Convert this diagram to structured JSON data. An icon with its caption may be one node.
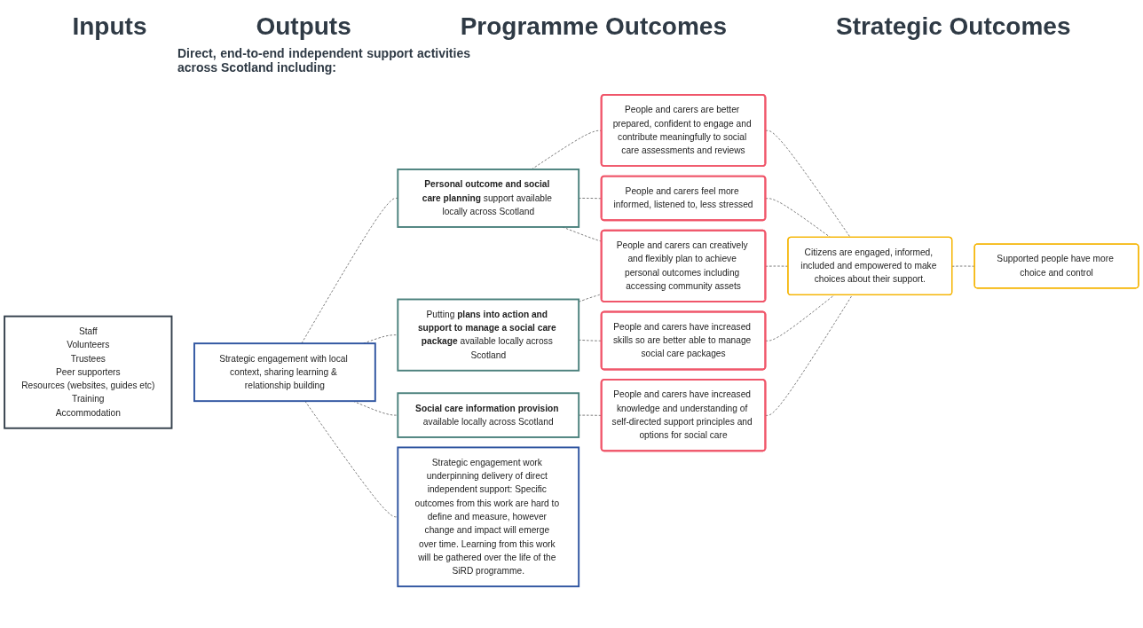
{
  "diagram": {
    "nodes": [
      {
        "text": [
          "Staff",
          "Volunteers",
          "Trustees",
          "Peer supporters",
          "Resources (websites, guides etc)",
          "Training",
          "Accommodation"
        ]
      },
      {
        "text": [
          "Strategic engagement with local context, sharing learning & relationship building"
        ]
      },
      {
        "text": [
          "**Personal outcome and social care planning** support available locally across Scotland"
        ]
      },
      {
        "text": [
          "Putting **plans into action and support to manage a social care package** available locally across Scotland"
        ]
      },
      {
        "text": [
          "**Social care information provision** available locally across Scotland"
        ]
      },
      {
        "text": [
          "People and carers are better prepared, confident to engage and contribute meaningfully to social care assessments and reviews"
        ]
      },
      {
        "text": [
          "People and carers feel more informed, listened to, less stressed"
        ]
      },
      {
        "text": [
          "People and carers can creatively and flexibly plan to achieve personal outcomes including accessing community assets"
        ]
      },
      {
        "text": [
          "People and carers have increased skills so are better able to manage social care packages"
        ]
      },
      {
        "text": [
          "People and carers have increased knowledge and understanding of self-directed support principles and options for social care"
        ]
      },
      {
        "text": [
          "Citizens are engaged, informed, included and empowered to make choices about their support."
        ]
      },
      {
        "text": [
          "Supported people have more choice and control"
        ]
      },
      {
        "text": [
          "Strategic engagement work underpinning delivery of direct independent support: Specific outcomes from this work are hard to define and measure, however change and impact will emerge over time. Learning from this work will be gathered over the life of the SiRD programme."
        ]
      }
    ],
    "edges": [
      {
        "from": 1,
        "to": 2,
        "arrow": "none",
        "style": "dashed"
      },
      {
        "from": 1,
        "to": 3,
        "arrow": "none",
        "style": "dashed"
      },
      {
        "from": 1,
        "to": 4,
        "arrow": "none",
        "style": "dashed"
      },
      {
        "from": 1,
        "to": 12,
        "arrow": "none",
        "style": "dashed"
      },
      {
        "from": 2,
        "to": 5,
        "arrow": "none",
        "style": "dashed"
      },
      {
        "from": 2,
        "to": 6,
        "arrow": "none",
        "style": "dashed"
      },
      {
        "from": 2,
        "to": 7,
        "arrow": "none",
        "style": "dashed"
      },
      {
        "from": 3,
        "to": 7,
        "arrow": "none",
        "style": "dashed"
      },
      {
        "from": 3,
        "to": 8,
        "arrow": "none",
        "style": "dashed"
      },
      {
        "from": 4,
        "to": 9,
        "arrow": "none",
        "style": "dashed"
      },
      {
        "from": 5,
        "to": 10,
        "arrow": "none",
        "style": "dashed"
      },
      {
        "from": 6,
        "to": 10,
        "arrow": "none",
        "style": "dashed"
      },
      {
        "from": 7,
        "to": 10,
        "arrow": "none",
        "style": "dashed"
      },
      {
        "from": 8,
        "to": 10,
        "arrow": "none",
        "style": "dashed"
      },
      {
        "from": 9,
        "to": 10,
        "arrow": "none",
        "style": "dashed"
      },
      {
        "from": 10,
        "to": 11,
        "arrow": "none",
        "style": "dashed"
      }
    ],
    "labels": [
      "Inputs",
      "Outputs",
      "Programme Outcomes",
      "Strategic Outcomes",
      "Direct, end-to-end independent support activities across Scotland including:"
    ]
  }
}
